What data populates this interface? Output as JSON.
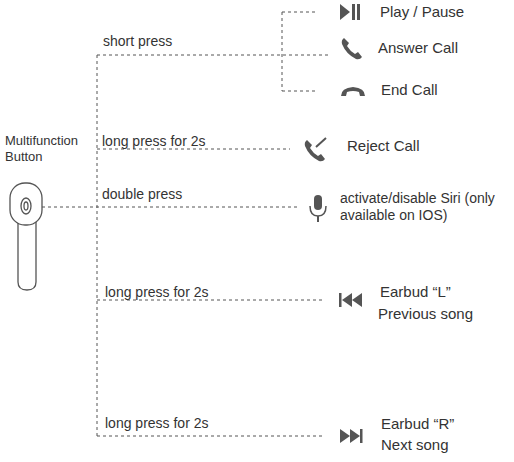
{
  "diagram": {
    "labels": [
      "short press",
      "Play / Pause",
      "Answer Call",
      "End Call",
      "Multifunction Button",
      "long press for 2s",
      "Reject Call",
      "double press",
      "activate/disable Siri (only available on IOS)",
      "long press for 2s",
      "Earbud “L”",
      "Previous song",
      "long press for 2s",
      "Earbud “R”",
      "Next song"
    ]
  }
}
